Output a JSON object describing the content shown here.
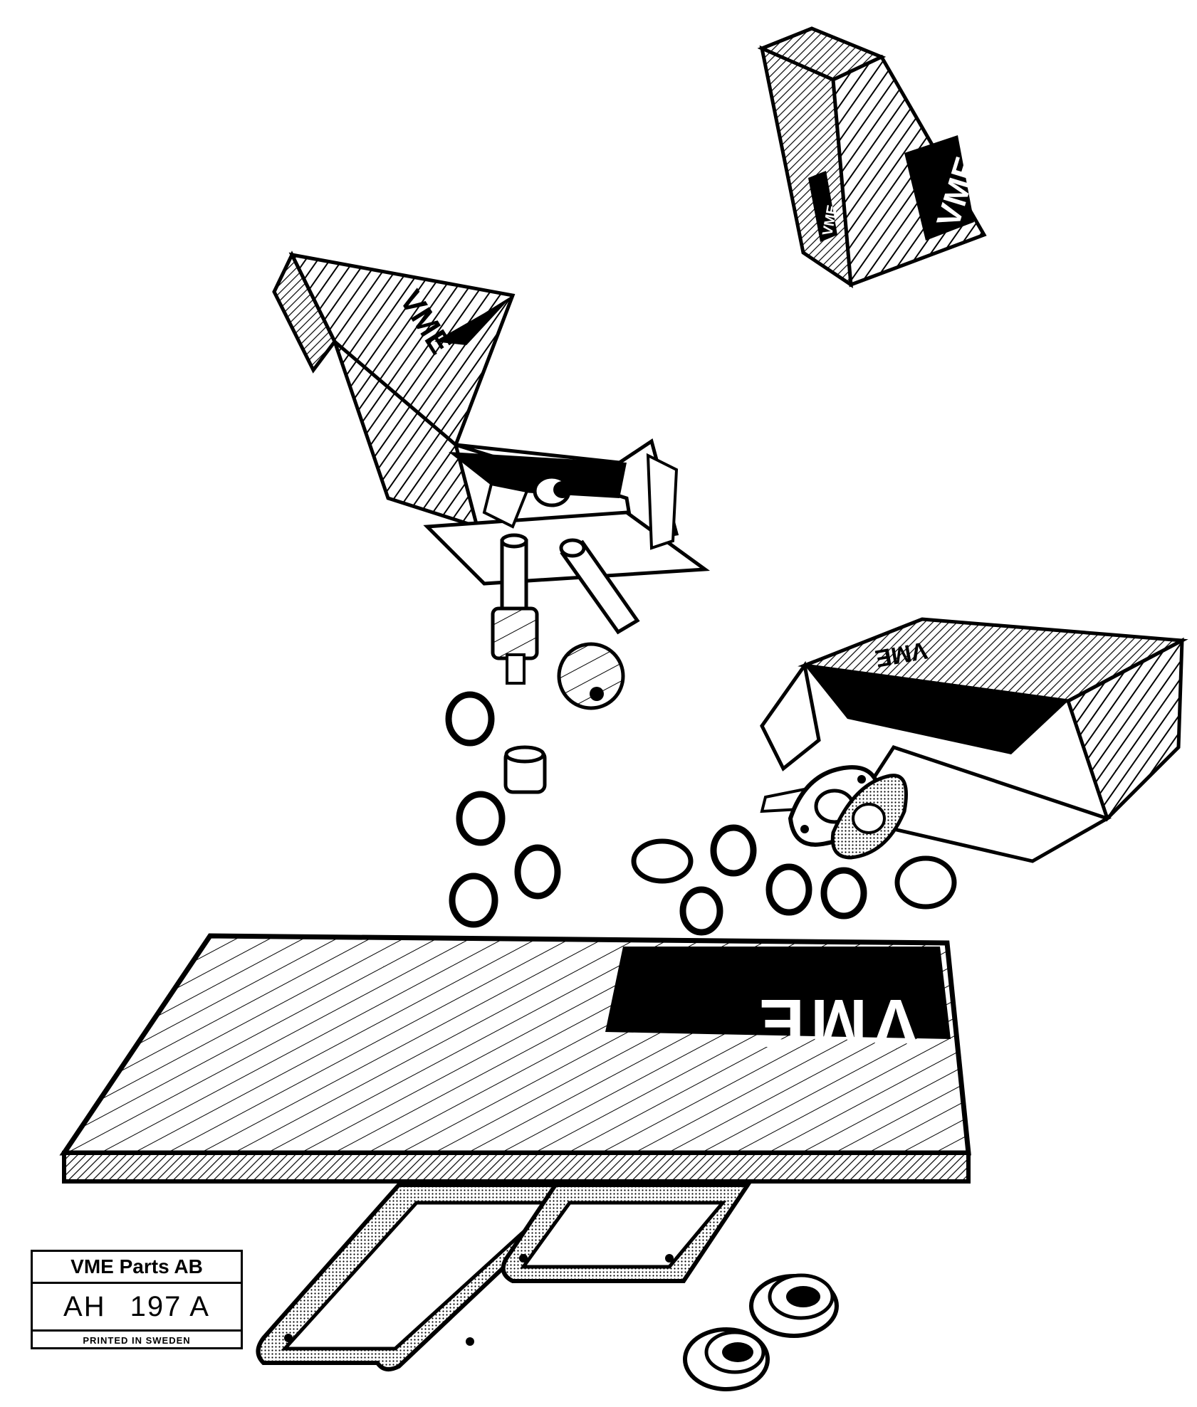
{
  "illustration": {
    "logo_text": "VME"
  },
  "label": {
    "company": "VME Parts AB",
    "code_prefix": "AH",
    "code_number": "197 A",
    "printed": "PRINTED IN SWEDEN"
  }
}
